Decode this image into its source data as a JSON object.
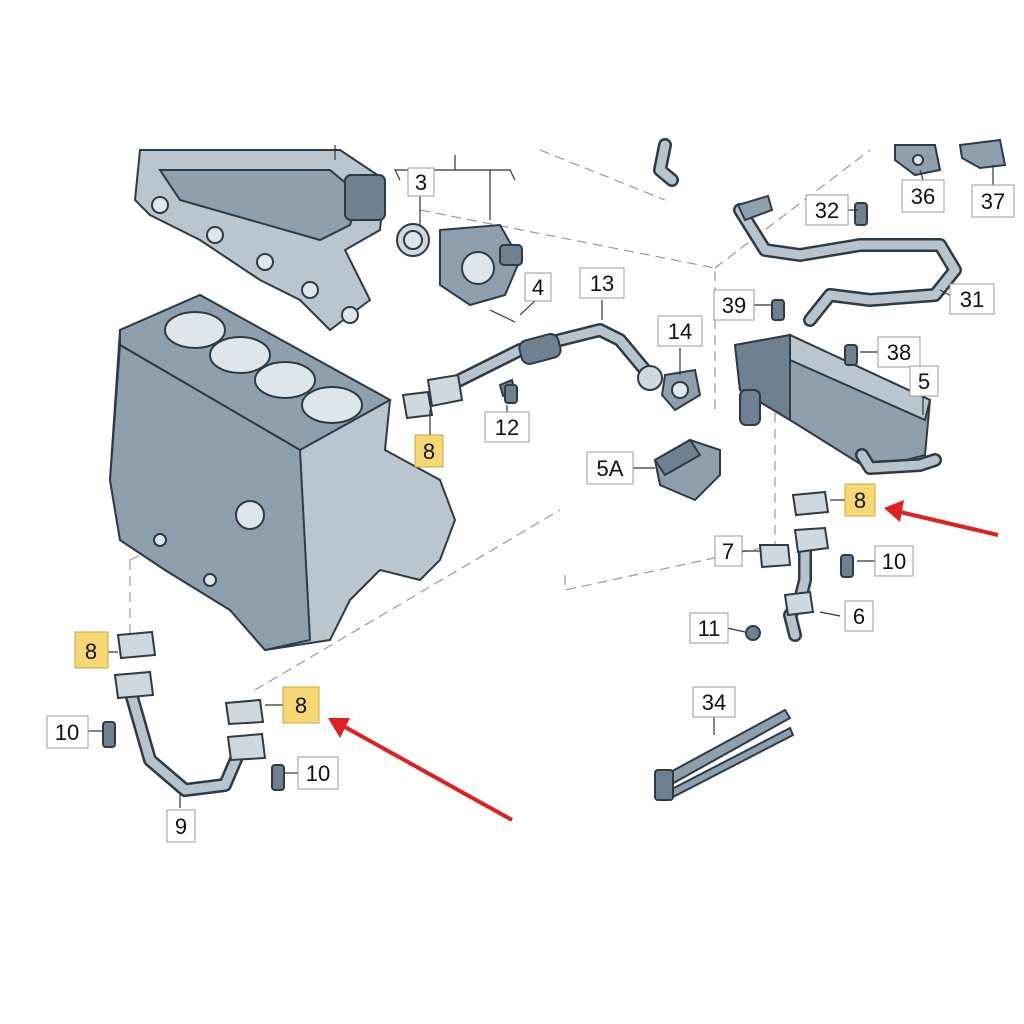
{
  "labels": {
    "l3": "3",
    "l4": "4",
    "l5": "5",
    "l5a": "5A",
    "l6": "6",
    "l7": "7",
    "l8a": "8",
    "l8b": "8",
    "l8c": "8",
    "l8d": "8",
    "l9": "9",
    "l10a": "10",
    "l10b": "10",
    "l10c": "10",
    "l11": "11",
    "l12": "12",
    "l13": "13",
    "l14": "14",
    "l31": "31",
    "l32": "32",
    "l34": "34",
    "l36": "36",
    "l37": "37",
    "l38": "38",
    "l39": "39"
  },
  "colors": {
    "highlight": "#f6d872",
    "arrow": "#e02020",
    "part": "#8ea0ad"
  }
}
